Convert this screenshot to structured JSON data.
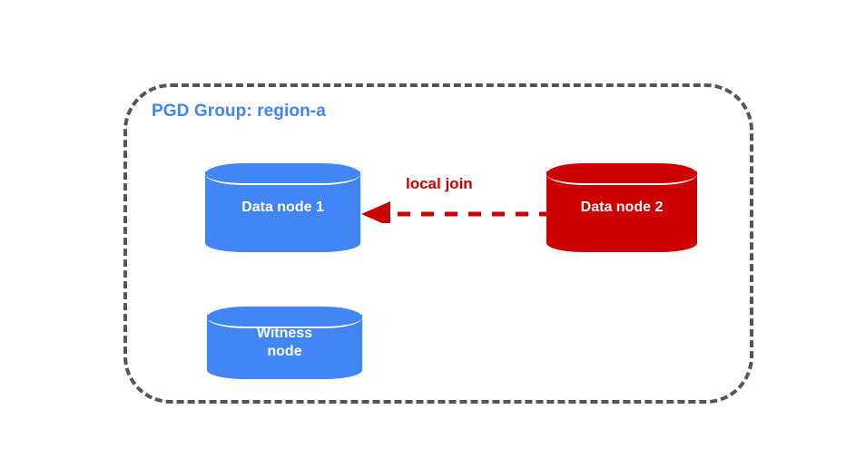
{
  "diagram": {
    "group": {
      "title": "PGD Group: region-a",
      "title_color": "#4285F4",
      "border_color": "#555555",
      "border_style": "dashed"
    },
    "nodes": [
      {
        "id": "data-node-1",
        "label": "Data node 1",
        "shape": "cylinder",
        "color": "#4285F4",
        "role": "data"
      },
      {
        "id": "witness-node",
        "label": "Witness\nnode",
        "shape": "cylinder",
        "color": "#4285F4",
        "role": "witness"
      },
      {
        "id": "data-node-2",
        "label": "Data node 2",
        "shape": "cylinder",
        "color": "#CC0000",
        "role": "data"
      }
    ],
    "connections": [
      {
        "id": "local-join",
        "label": "local join",
        "from": "data-node-2",
        "to": "data-node-1",
        "style": "dashed",
        "color": "#CC0000",
        "arrow": "left"
      }
    ]
  }
}
